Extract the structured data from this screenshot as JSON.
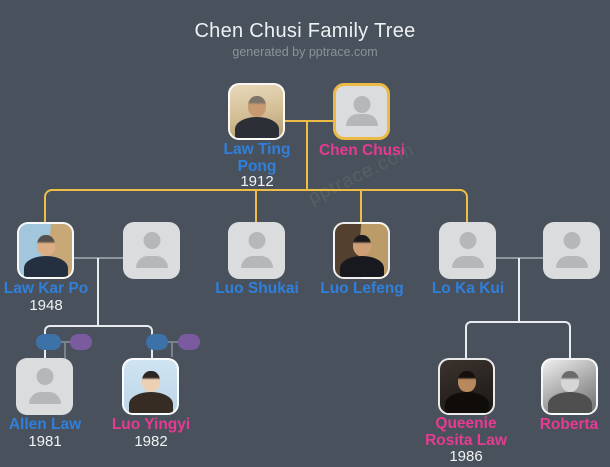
{
  "header": {
    "title": "Chen Chusi Family Tree",
    "subtitle": "generated by pptrace.com"
  },
  "watermark": "pptrace.com",
  "colors": {
    "background": "#49515c",
    "title_text": "#eef1f3",
    "subtitle_text": "#8b929b",
    "male_name": "#2f80dc",
    "female_name": "#e73a92",
    "year_text": "#f1f3f5",
    "root_highlight_border": "#ecb944",
    "bloodline_connector": "#edbd45",
    "couple_connector": "#8e959d",
    "descent_connector": "#e9ecef",
    "collapsed_node_blue": "#3d72a8",
    "collapsed_node_purple": "#7b5ba0",
    "placeholder_fill": "#dbdcdd",
    "silhouette_fill": "#b5b7b9"
  },
  "people": {
    "law_ting_pong": {
      "name": "Law Ting Pong",
      "year": "1912"
    },
    "chen_chusi": {
      "name": "Chen Chusi"
    },
    "law_kar_po": {
      "name": "Law Kar Po",
      "year": "1948"
    },
    "luo_shukai": {
      "name": "Luo Shukai"
    },
    "luo_lefeng": {
      "name": "Luo Lefeng"
    },
    "lo_ka_kui": {
      "name": "Lo Ka Kui"
    },
    "allen_law": {
      "name": "Allen Law",
      "year": "1981"
    },
    "luo_yingyi": {
      "name": "Luo Yingyi",
      "year": "1982"
    },
    "queenie_rosita_law": {
      "name": "Queenie Rosita Law",
      "year": "1986"
    },
    "roberta": {
      "name": "Roberta"
    }
  }
}
